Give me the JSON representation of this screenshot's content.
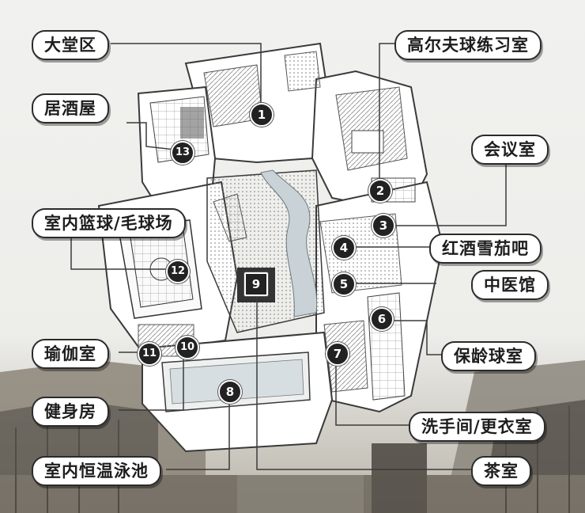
{
  "labels": {
    "l1": "大堂区",
    "l2": "高尔夫球练习室",
    "l3": "会议室",
    "l4": "红酒雪茄吧",
    "l5": "中医馆",
    "l6": "保龄球室",
    "l7": "洗手间/更衣室",
    "l8": "室内恒温泳池",
    "l9": "茶室",
    "l10": "健身房",
    "l11": "瑜伽室",
    "l12": "室内篮球/毛球场",
    "l13": "居酒屋"
  },
  "markers": {
    "m1": "1",
    "m2": "2",
    "m3": "3",
    "m4": "4",
    "m5": "5",
    "m6": "6",
    "m7": "7",
    "m8": "8",
    "m9": "9",
    "m10": "10",
    "m11": "11",
    "m12": "12",
    "m13": "13"
  },
  "colors": {
    "label_border": "#2b2b2b",
    "marker_fill": "#222222",
    "plan_line": "#3a3a3a",
    "water": "#c9d2d6"
  }
}
